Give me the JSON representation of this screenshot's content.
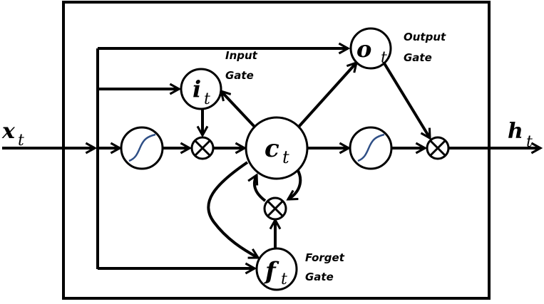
{
  "diagram": {
    "type": "LSTM cell",
    "input": {
      "symbol": "x",
      "subscript": "t"
    },
    "output": {
      "symbol": "h",
      "subscript": "t"
    },
    "nodes": {
      "input_gate": {
        "symbol": "i",
        "subscript": "t",
        "label_line1": "Input",
        "label_line2": "Gate"
      },
      "output_gate": {
        "symbol": "o",
        "subscript": "t",
        "label_line1": "Output",
        "label_line2": "Gate"
      },
      "forget_gate": {
        "symbol": "f",
        "subscript": "t",
        "label_line1": "Forget",
        "label_line2": "Gate"
      },
      "cell": {
        "symbol": "c",
        "subscript": "t"
      }
    },
    "operators": {
      "multiply": "⊗",
      "activation": "sigmoid-curve"
    },
    "colors": {
      "stroke": "#000000",
      "activation_curve": "#2f4f86",
      "background": "#ffffff"
    }
  }
}
